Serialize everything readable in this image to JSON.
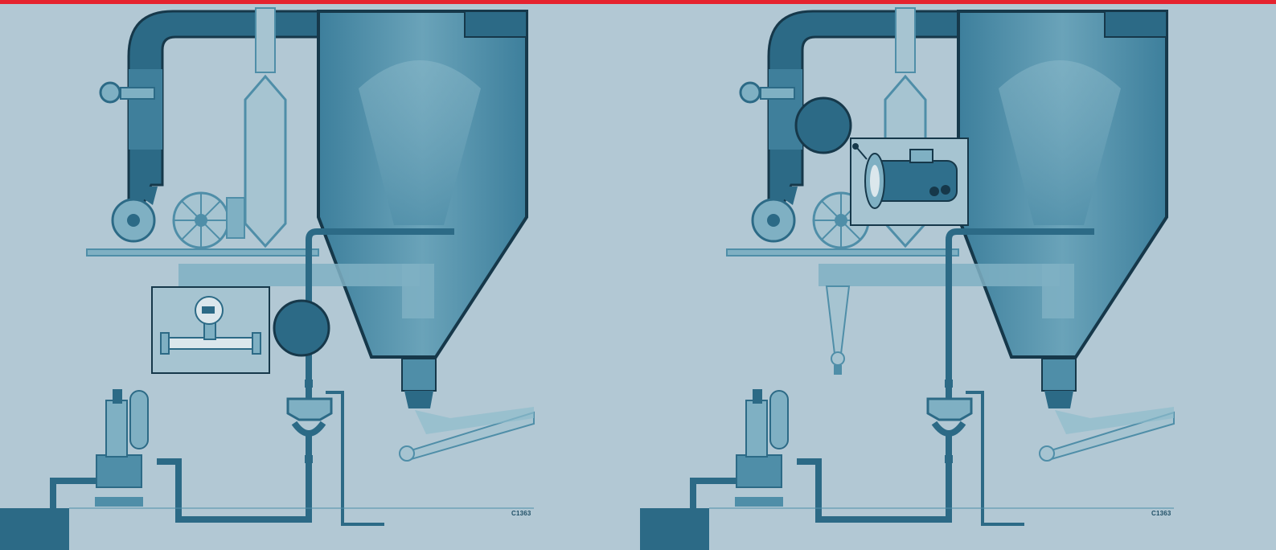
{
  "panels": [
    {
      "id": "left",
      "meter_type": "coriolis-mass-flowmeter",
      "code": "C1363"
    },
    {
      "id": "right",
      "meter_type": "vortex-flowmeter",
      "code": "C1363"
    }
  ],
  "colors": {
    "background": "#b2c8d4",
    "accent_bar": "#e5232f",
    "dark_teal": "#2c6a86",
    "mid_teal": "#4f8ea8",
    "light_teal": "#7fb0c3",
    "outline": "#16384a"
  }
}
